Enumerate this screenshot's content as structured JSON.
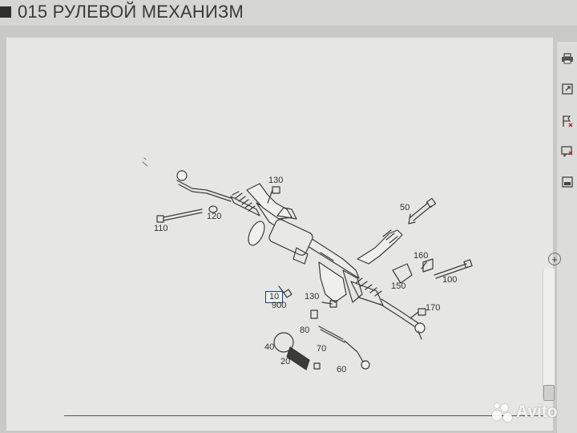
{
  "header": {
    "title": "015 РУЛЕВОЙ МЕХАНИЗМ"
  },
  "diagram": {
    "callouts": {
      "c10": "10",
      "c20": "20",
      "c40": "40",
      "c50": "50",
      "c60": "60",
      "c70": "70",
      "c80": "80",
      "c100": "100",
      "c110": "110",
      "c120": "120",
      "c130a": "130",
      "c130b": "130",
      "c150": "150",
      "c160": "160",
      "c170": "170",
      "c900": "900"
    }
  },
  "sidebar": {
    "tools": [
      {
        "icon": "printer-icon"
      },
      {
        "icon": "open-external-icon"
      },
      {
        "icon": "flag-icon"
      },
      {
        "icon": "comment-icon"
      },
      {
        "icon": "panel-icon"
      }
    ]
  },
  "watermark": {
    "brand": "Avito"
  },
  "colors": {
    "accent": "#1c3a7a",
    "background": "#e6e6e4"
  }
}
